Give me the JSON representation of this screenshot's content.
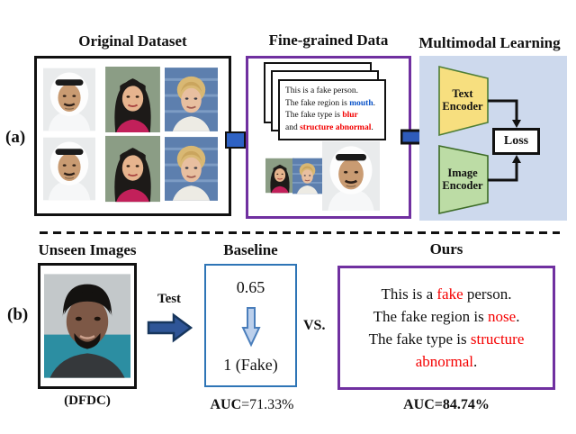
{
  "panel_a": {
    "label": "(a)",
    "original": {
      "title": "Original Dataset"
    },
    "finegrained": {
      "title": "Fine-grained Data",
      "card": {
        "line1": "This is a fake person.",
        "line2_pre": "The fake region is ",
        "line2_word": "mouth",
        "line2_post": ".",
        "line3_pre": "The fake type is ",
        "line3_word": "blur",
        "line4_pre": "and ",
        "line4_word": "structure abnormal",
        "line4_post": "."
      }
    },
    "multimodal": {
      "title": "Multimodal Learning",
      "text_encoder": {
        "line1": "Text",
        "line2": "Encoder"
      },
      "image_encoder": {
        "line1": "Image",
        "line2": "Encoder"
      },
      "loss": "Loss"
    }
  },
  "panel_b": {
    "label": "(b)",
    "unseen": {
      "title": "Unseen Images",
      "caption": "(DFDC)"
    },
    "test_label": "Test",
    "vs": "VS.",
    "baseline": {
      "title": "Baseline",
      "score": "0.65",
      "result": "1 (Fake)",
      "auc_prefix": "AUC",
      "auc_value": "=71.33%"
    },
    "ours": {
      "title": "Ours",
      "line1_pre": "This is a ",
      "line1_word": "fake",
      "line1_post": " person.",
      "line2_pre": "The fake region is ",
      "line2_word": "nose",
      "line2_post": ".",
      "line3_pre": "The fake type is ",
      "line3_word": "structure abnormal",
      "line3_post": ".",
      "auc_prefix": "AUC",
      "auc_value": "=84.74%"
    }
  },
  "photos": {
    "dataset_grid": [
      "man-in-keffiyeh-real",
      "asian-woman-real",
      "blonde-woman-real",
      "man-in-keffiyeh-fake",
      "asian-woman-fake",
      "blonde-woman-fake"
    ],
    "finegrained_strip": [
      "asian-woman",
      "blonde-woman",
      "man-in-keffiyeh"
    ],
    "unseen": "man-with-beard-dfdc"
  },
  "colors": {
    "purple_border": "#7030A0",
    "blue_border": "#2E75B6",
    "panel_bg": "#CDD9ED",
    "arrow_blue": "#2E5BBA",
    "text_encoder_fill": "#F7DF7F",
    "image_encoder_fill": "#BCDCA5",
    "red_text": "#F20000",
    "blue_text": "#0A53C8",
    "light_arrow_fill": "#BCD0EC"
  }
}
